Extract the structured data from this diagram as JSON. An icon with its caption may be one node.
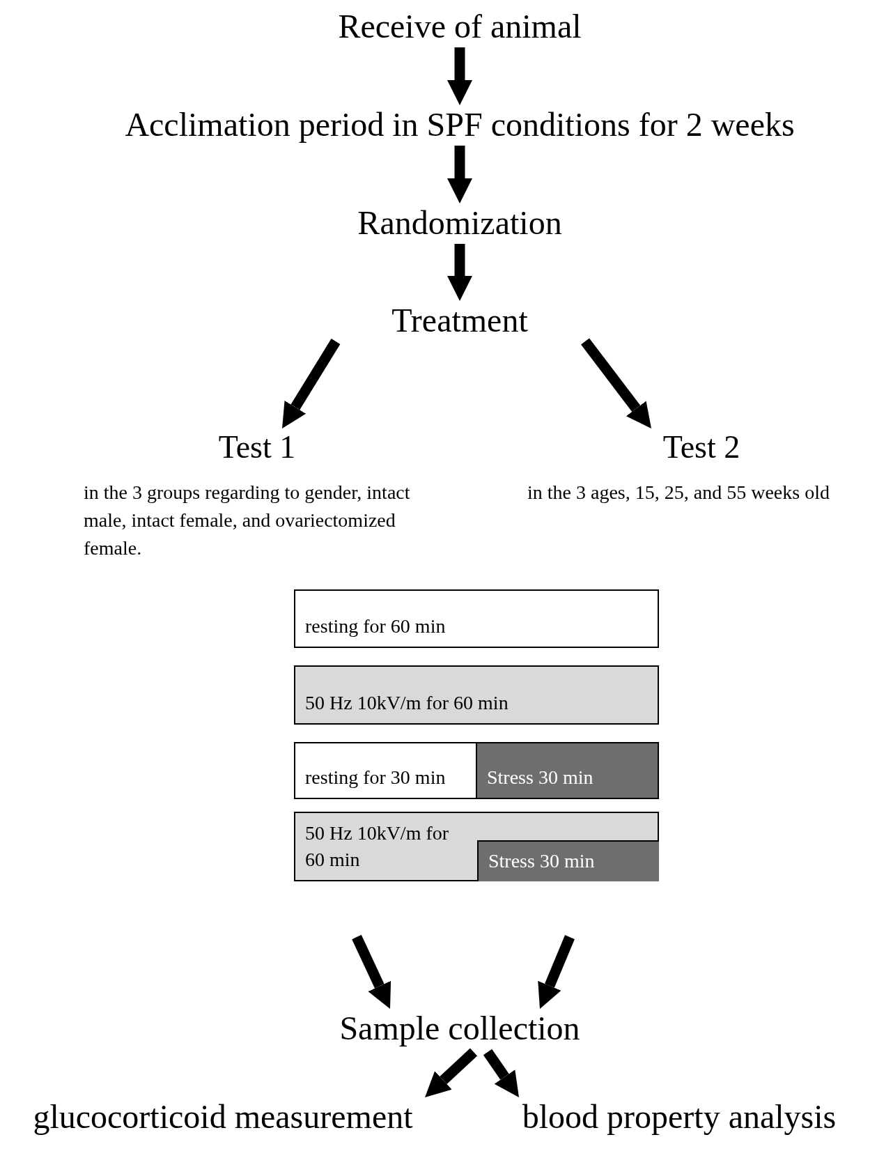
{
  "diagram": {
    "nodes": [
      {
        "text": [
          "Receive of animal"
        ]
      },
      {
        "text": [
          "Acclimation period in SPF conditions for 2 weeks"
        ]
      },
      {
        "text": [
          "Randomization"
        ]
      },
      {
        "text": [
          "Treatment"
        ]
      },
      {
        "text": [
          "Test 1",
          "in the 3 groups regarding to gender, intact male, intact female, and ovariectomized female."
        ]
      },
      {
        "text": [
          "Test 2",
          "in the 3 ages, 15, 25, and 55 weeks old"
        ]
      },
      {
        "text": [
          "resting for 60 min"
        ]
      },
      {
        "text": [
          "50 Hz 10kV/m for 60 min"
        ]
      },
      {
        "text": [
          "resting for 30 min"
        ]
      },
      {
        "text": [
          "Stress 30 min"
        ]
      },
      {
        "text": [
          "50 Hz 10kV/m for 60 min"
        ]
      },
      {
        "text": [
          "Stress 30 min"
        ],
        "in": 10
      },
      {
        "text": [
          "Sample collection"
        ]
      },
      {
        "text": [
          "glucocorticoid measurement"
        ]
      },
      {
        "text": [
          "blood property analysis"
        ]
      }
    ],
    "edges": [
      {
        "from": 0,
        "to": 1,
        "arrow": "to"
      },
      {
        "from": 1,
        "to": 2,
        "arrow": "to"
      },
      {
        "from": 2,
        "to": 3,
        "arrow": "to"
      },
      {
        "from": 3,
        "to": 4,
        "arrow": "to"
      },
      {
        "from": 3,
        "to": 5,
        "arrow": "to"
      },
      {
        "from": null,
        "to": 12,
        "arrow": "to"
      },
      {
        "from": null,
        "to": 12,
        "arrow": "to"
      },
      {
        "from": 12,
        "to": 13,
        "arrow": "to"
      },
      {
        "from": 12,
        "to": 14,
        "arrow": "to"
      }
    ]
  }
}
